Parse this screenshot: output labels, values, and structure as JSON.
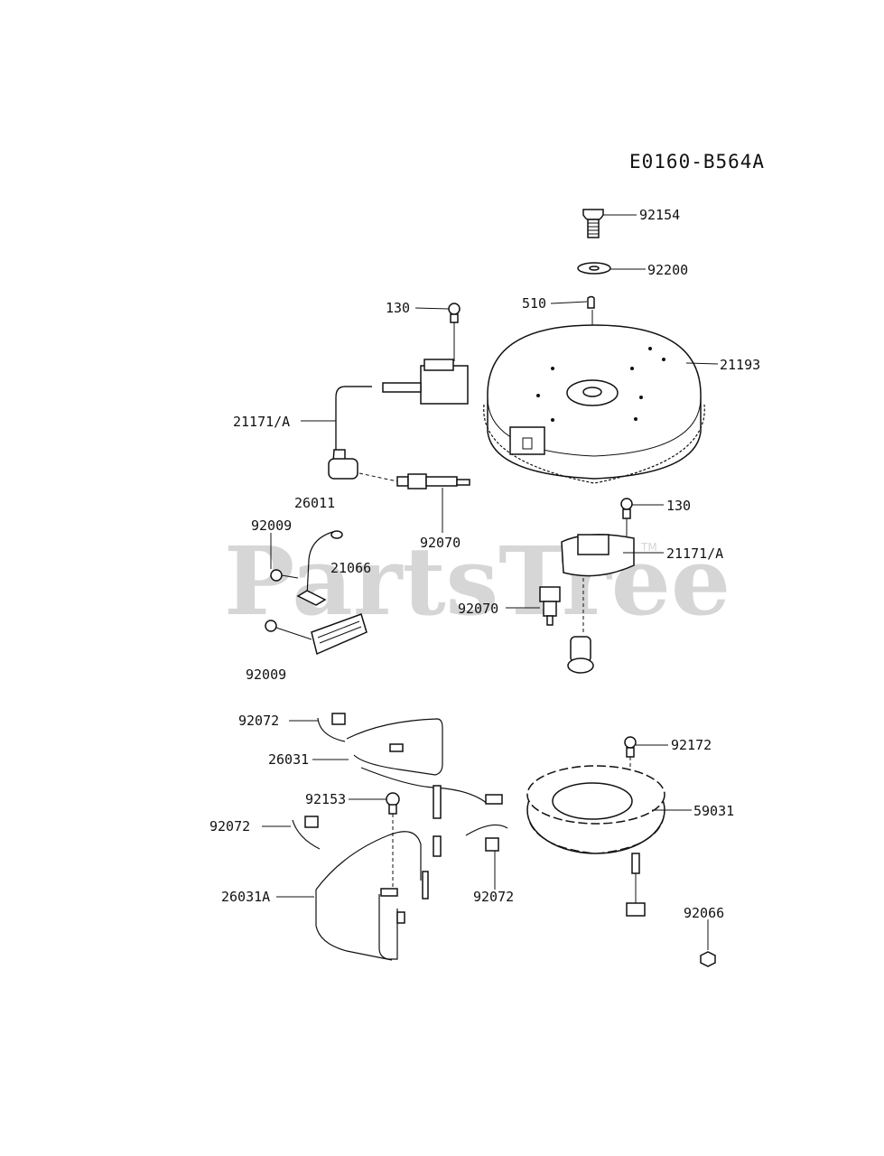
{
  "diagram": {
    "code": "E0160-B564A",
    "watermark": "PartsTree",
    "watermark_tm": "TM",
    "callouts": [
      {
        "id": "92154",
        "text": "92154"
      },
      {
        "id": "92200",
        "text": "92200"
      },
      {
        "id": "510",
        "text": "510"
      },
      {
        "id": "130a",
        "text": "130"
      },
      {
        "id": "21193",
        "text": "21193"
      },
      {
        "id": "21171a",
        "text": "21171/A"
      },
      {
        "id": "26011",
        "text": "26011"
      },
      {
        "id": "92070a",
        "text": "92070"
      },
      {
        "id": "130b",
        "text": "130"
      },
      {
        "id": "92009a",
        "text": "92009"
      },
      {
        "id": "21066",
        "text": "21066"
      },
      {
        "id": "21171b",
        "text": "21171/A"
      },
      {
        "id": "92070b",
        "text": "92070"
      },
      {
        "id": "92009b",
        "text": "92009"
      },
      {
        "id": "92072a",
        "text": "92072"
      },
      {
        "id": "92172",
        "text": "92172"
      },
      {
        "id": "26031",
        "text": "26031"
      },
      {
        "id": "92153",
        "text": "92153"
      },
      {
        "id": "59031",
        "text": "59031"
      },
      {
        "id": "92072b",
        "text": "92072"
      },
      {
        "id": "92072c",
        "text": "92072"
      },
      {
        "id": "26031A",
        "text": "26031A"
      },
      {
        "id": "92066",
        "text": "92066"
      }
    ]
  }
}
